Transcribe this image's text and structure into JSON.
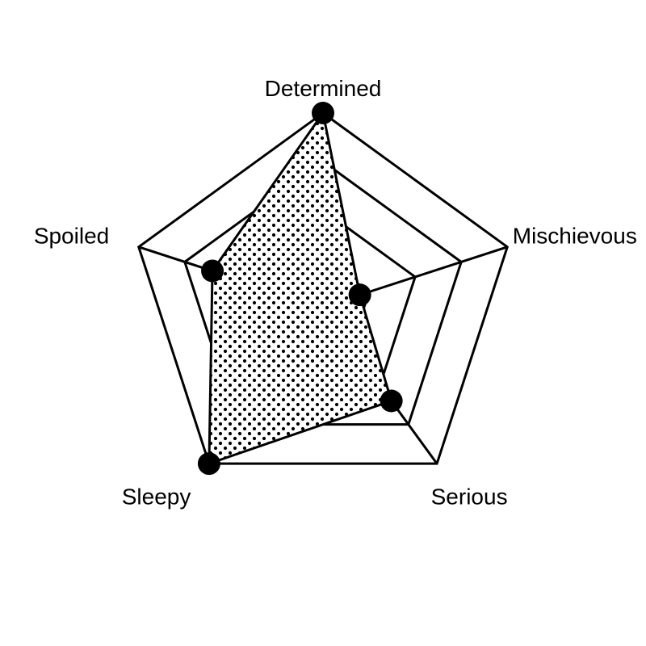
{
  "chart_data": {
    "type": "radar",
    "title": "",
    "axes": [
      "Determined",
      "Mischievous",
      "Serious",
      "Sleepy",
      "Spoiled"
    ],
    "series": [
      {
        "values": [
          5,
          1,
          3,
          5,
          3
        ]
      }
    ],
    "range": [
      0,
      5
    ],
    "rings": 4,
    "grid": true,
    "legend": "none",
    "fill_pattern": "dots",
    "colors": {
      "stroke": "#000000",
      "fill": "#ffffff",
      "dot": "#000000"
    }
  }
}
